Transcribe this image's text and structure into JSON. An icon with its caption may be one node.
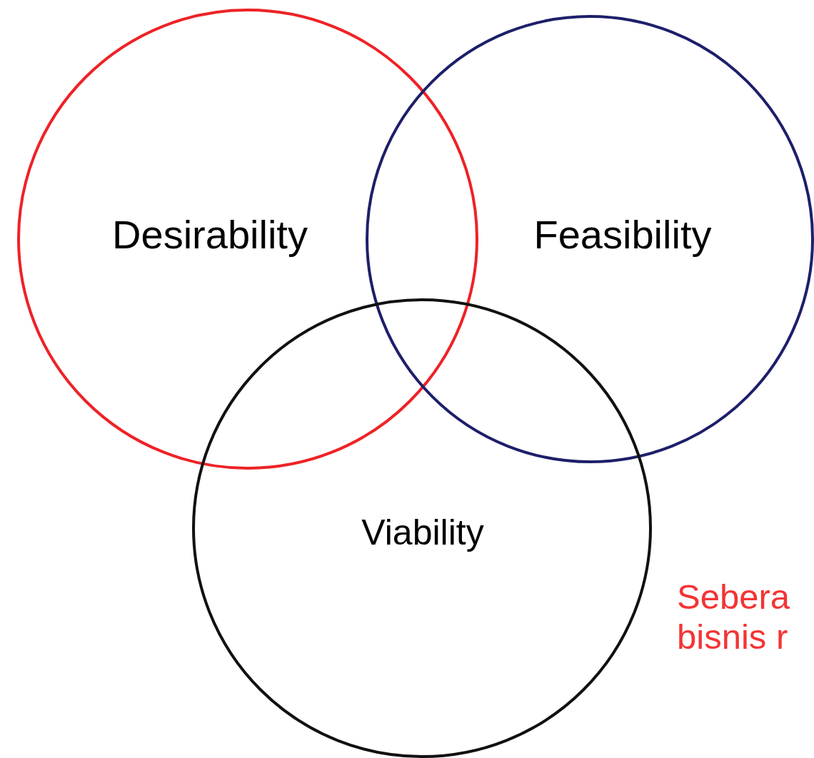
{
  "diagram": {
    "nodes": [
      {
        "text": [
          "Desirability"
        ]
      },
      {
        "text": [
          "Feasibility"
        ]
      },
      {
        "text": [
          "Viability"
        ]
      }
    ],
    "labels": [
      "Sebera bisnis r"
    ]
  }
}
